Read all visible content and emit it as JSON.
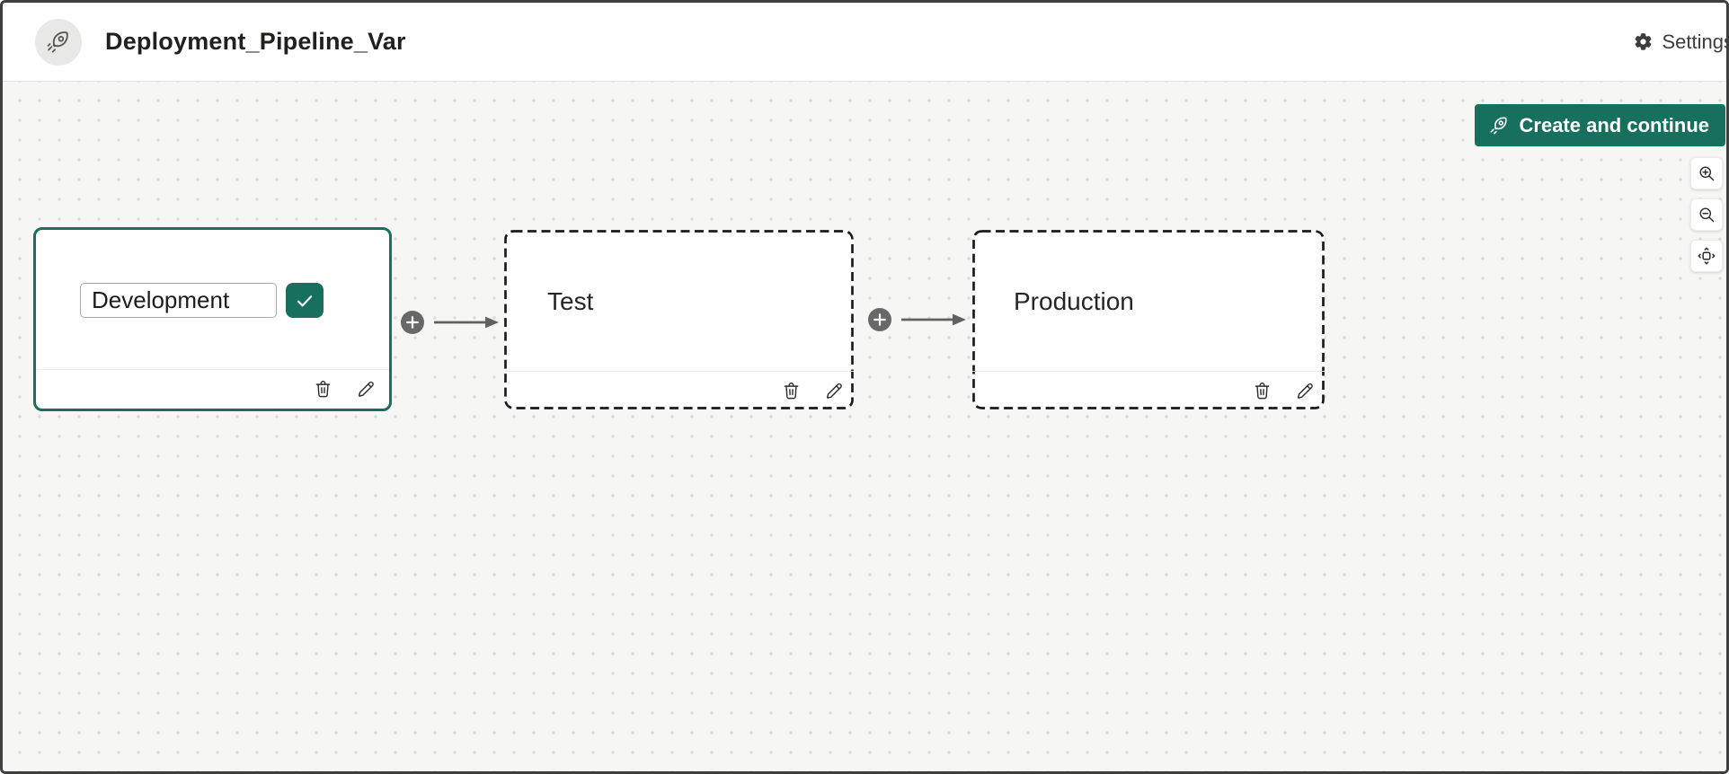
{
  "header": {
    "title": "Deployment_Pipeline_Var",
    "avatar_icon": "rocket-icon",
    "settings": {
      "label": "Settings",
      "icon": "gear-icon"
    }
  },
  "toolbar": {
    "create_button": {
      "label": "Create and continue",
      "icon": "rocket-icon"
    }
  },
  "canvas_controls": [
    {
      "name": "zoom-in",
      "icon": "magnifier-plus-icon"
    },
    {
      "name": "zoom-out",
      "icon": "magnifier-minus-icon"
    },
    {
      "name": "fit-to-view",
      "icon": "fit-to-view-icon"
    }
  ],
  "pipeline": {
    "stages": [
      {
        "label": "Development",
        "state": "editing",
        "input_value": "Development",
        "selected": true
      },
      {
        "label": "Test",
        "state": "placeholder",
        "selected": false
      },
      {
        "label": "Production",
        "state": "placeholder",
        "selected": false
      }
    ],
    "connector_icon": "plus-circle-icon",
    "stage_actions": [
      {
        "name": "delete",
        "icon": "trash-icon"
      },
      {
        "name": "edit",
        "icon": "pencil-icon"
      }
    ]
  },
  "colors": {
    "accent_teal": "#17705E",
    "canvas_bg": "#F6F6F4",
    "header_bg": "#FFFFFF",
    "connector_gray": "#686868",
    "dashed_border": "#1A1A1A"
  }
}
